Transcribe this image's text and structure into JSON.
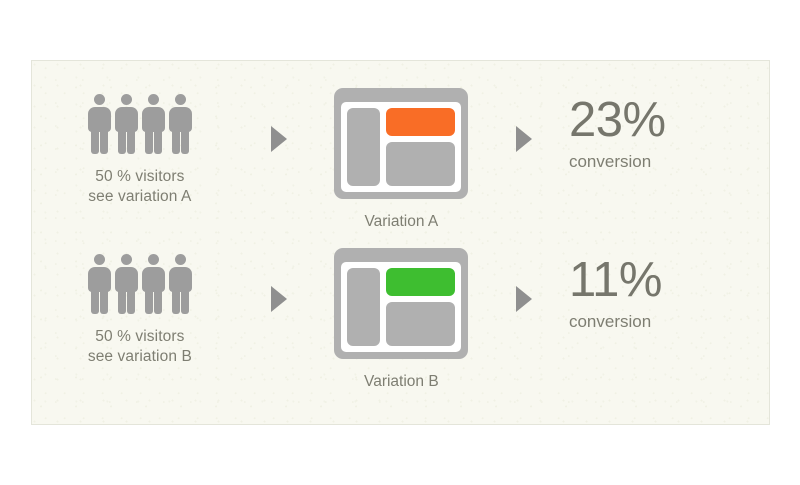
{
  "card": {
    "background_color": "#f8f8f0",
    "border_color": "#e4e5da"
  },
  "colors": {
    "gray": "#b0b0b0",
    "person_gray": "#9d9d9d",
    "arrow_gray": "#8f8f8f",
    "text_gray": "#7e7e72",
    "percent_gray": "#76766c",
    "orange": "#f96d26",
    "green": "#3ebe30"
  },
  "rows": [
    {
      "id": "variation-a",
      "visitors": {
        "icon": "person-icon",
        "count": 4,
        "caption_line1": "50 % visitors",
        "caption_line2": "see variation A"
      },
      "arrow1": "arrow-right-icon",
      "mockup": {
        "label": "Variation A",
        "banner_color": "#f96d26"
      },
      "arrow2": "arrow-right-icon",
      "result": {
        "percent": "23%",
        "label": "conversion"
      }
    },
    {
      "id": "variation-b",
      "visitors": {
        "icon": "person-icon",
        "count": 4,
        "caption_line1": "50 % visitors",
        "caption_line2": "see variation B"
      },
      "arrow1": "arrow-right-icon",
      "mockup": {
        "label": "Variation B",
        "banner_color": "#3ebe30"
      },
      "arrow2": "arrow-right-icon",
      "result": {
        "percent": "11%",
        "label": "conversion"
      }
    }
  ]
}
